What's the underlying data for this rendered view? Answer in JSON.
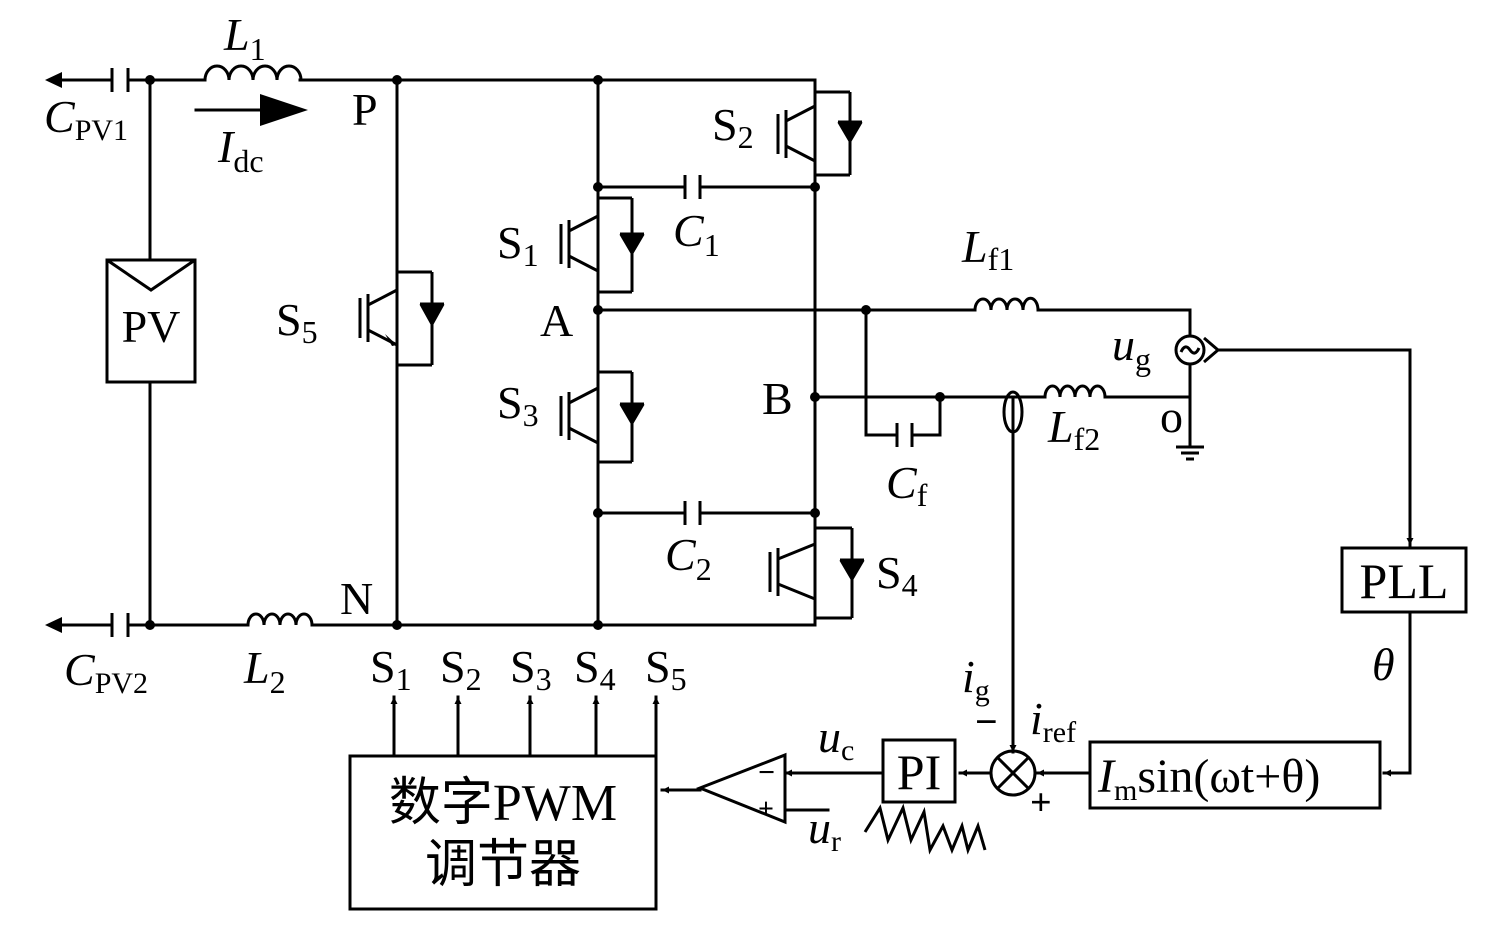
{
  "labels": {
    "l1": "L",
    "l1_sub": "1",
    "idc": "I",
    "idc_sub": "dc",
    "cpv1": "C",
    "cpv1_sub": "PV1",
    "cpv2": "C",
    "cpv2_sub": "PV2",
    "l2": "L",
    "l2_sub": "2",
    "p": "P",
    "n": "N",
    "s5": "S",
    "s5_sub": "5",
    "s1": "S",
    "s1_sub": "1",
    "s2": "S",
    "s2_sub": "2",
    "s3": "S",
    "s3_sub": "3",
    "s4": "S",
    "s4_sub": "4",
    "c1": "C",
    "c1_sub": "1",
    "c2": "C",
    "c2_sub": "2",
    "a": "A",
    "b": "B",
    "lf1": "L",
    "lf1_sub": "f1",
    "lf2": "L",
    "lf2_sub": "f2",
    "cf": "C",
    "cf_sub": "f",
    "ug": "u",
    "ug_sub": "g",
    "o": "o",
    "ig": "i",
    "ig_sub": "g",
    "iref": "i",
    "iref_sub": "ref",
    "minus_ig": "−",
    "plus_iref": "+",
    "theta": "θ",
    "uc": "u",
    "uc_sub": "c",
    "ur": "u",
    "ur_sub": "r",
    "comp_minus": "−",
    "comp_plus": "+",
    "bus": [
      {
        "s": "S",
        "sub": "1"
      },
      {
        "s": "S",
        "sub": "2"
      },
      {
        "s": "S",
        "sub": "3"
      },
      {
        "s": "S",
        "sub": "4"
      },
      {
        "s": "S",
        "sub": "5"
      }
    ]
  },
  "blocks": {
    "pv": "PV",
    "pll": "PLL",
    "pi": "PI",
    "ref_im": "I",
    "ref_m": "m",
    "ref_expr": "sin(ωt+θ)",
    "pwm_line1": "数字PWM",
    "pwm_line2": "调节器"
  }
}
